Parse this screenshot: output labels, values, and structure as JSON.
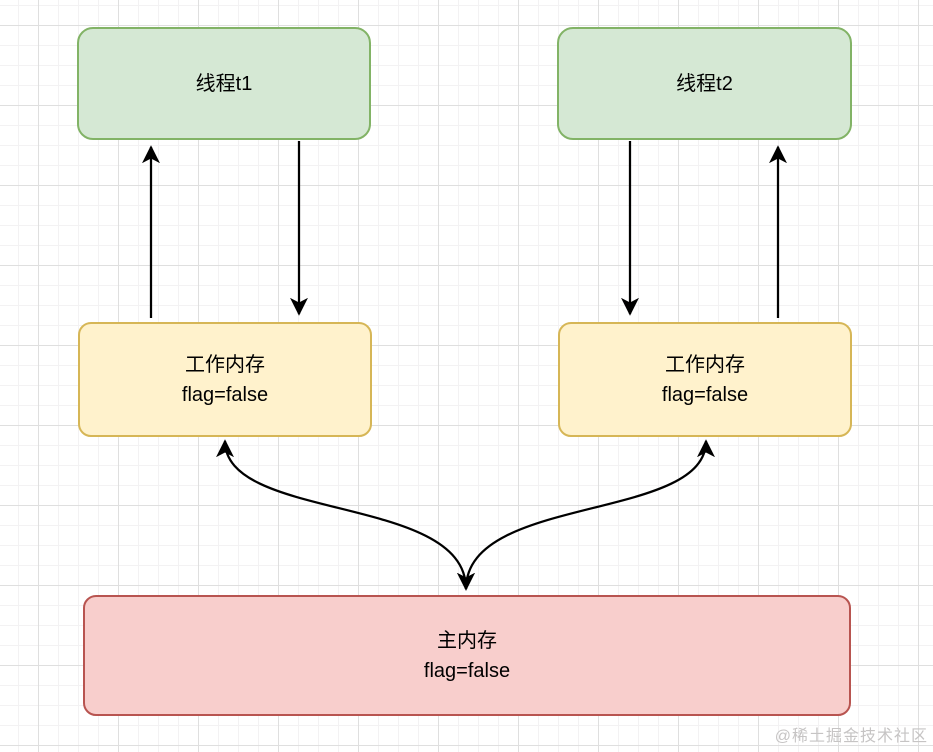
{
  "diagram": {
    "title": "JMM main memory / working memory visibility diagram",
    "nodes": [
      {
        "id": "thread-t1",
        "label": "线程t1"
      },
      {
        "id": "thread-t2",
        "label": "线程t2"
      },
      {
        "id": "working-memory-1",
        "label": "工作内存",
        "value": "flag=false"
      },
      {
        "id": "working-memory-2",
        "label": "工作内存",
        "value": "flag=false"
      },
      {
        "id": "main-memory",
        "label": "主内存",
        "value": "flag=false"
      }
    ],
    "edges": [
      {
        "from": "working-memory-1",
        "to": "thread-t1",
        "direction": "up",
        "style": "straight"
      },
      {
        "from": "thread-t1",
        "to": "working-memory-1",
        "direction": "down",
        "style": "straight"
      },
      {
        "from": "thread-t2",
        "to": "working-memory-2",
        "direction": "down",
        "style": "straight"
      },
      {
        "from": "working-memory-2",
        "to": "thread-t2",
        "direction": "up",
        "style": "straight"
      },
      {
        "from": "working-memory-1",
        "to": "main-memory",
        "direction": "both",
        "style": "curved"
      },
      {
        "from": "working-memory-2",
        "to": "main-memory",
        "direction": "both",
        "style": "curved"
      }
    ],
    "colors": {
      "green_fill": "#d5e8d4",
      "green_stroke": "#82b366",
      "yellow_fill": "#fff2cc",
      "yellow_stroke": "#d6b656",
      "red_fill": "#f8cecc",
      "red_stroke": "#b85450",
      "arrow": "#000000",
      "grid_minor": "#f3f2f3",
      "grid_major": "#dfdfdf",
      "watermark_color": "#c6c4c4"
    }
  },
  "watermark": {
    "text": "@稀土掘金技术社区"
  }
}
